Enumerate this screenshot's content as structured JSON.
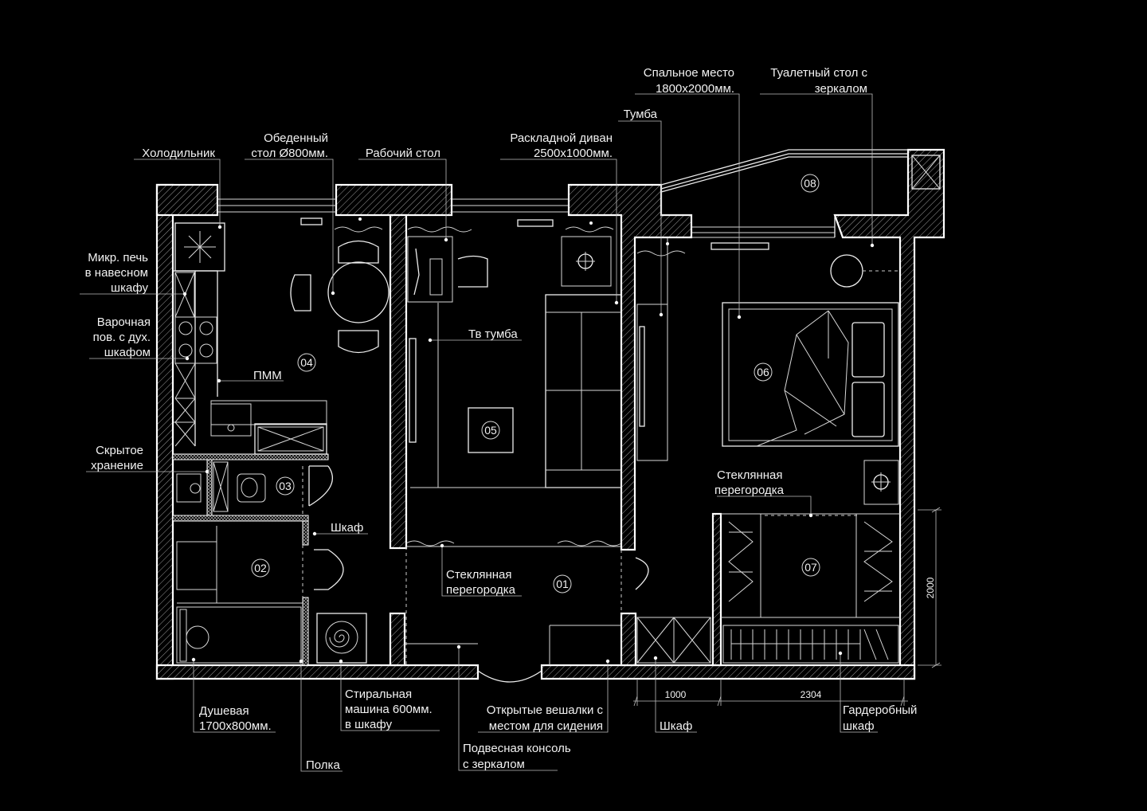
{
  "plan": {
    "rooms": [
      "01",
      "02",
      "03",
      "04",
      "05",
      "06",
      "07",
      "08"
    ],
    "labels": {
      "fridge": "Холодильник",
      "dining1": "Обеденный",
      "dining2": "стол Ø800мм.",
      "desk": "Рабочий стол",
      "sofa1": "Раскладной диван",
      "sofa2": "2500x1000мм.",
      "nightstand": "Тумба",
      "bed1": "Спальное место",
      "bed2": "1800x2000мм.",
      "vanity1": "Туалетный стол с",
      "vanity2": "зеркалом",
      "micro1": "Микр. печь",
      "micro2": "в навесном",
      "micro3": "шкафу",
      "hob1": "Варочная",
      "hob2": "пов. с дух.",
      "hob3": "шкафом",
      "dishwasher": "ПММ",
      "hidden1": "Скрытое",
      "hidden2": "хранение",
      "tv": "Тв тумба",
      "closet_hall": "Шкаф",
      "glass1_a": "Стеклянная",
      "glass1_b": "перегородка",
      "glass2_a": "Стеклянная",
      "glass2_b": "перегородка",
      "shower1": "Душевая",
      "shower2": "1700x800мм.",
      "shelf": "Полка",
      "washer1": "Стиральная",
      "washer2": "машина 600мм.",
      "washer3": "в шкафу",
      "hangers1": "Открытые вешалки с",
      "hangers2": "местом для сидения",
      "console1": "Подвесная консоль",
      "console2": "с зеркалом",
      "closet_bed": "Шкаф",
      "wardrobe1": "Гардеробный",
      "wardrobe2": "шкаф"
    },
    "dimensions": {
      "d1": "1000",
      "d2": "2304",
      "d3": "2000"
    }
  }
}
